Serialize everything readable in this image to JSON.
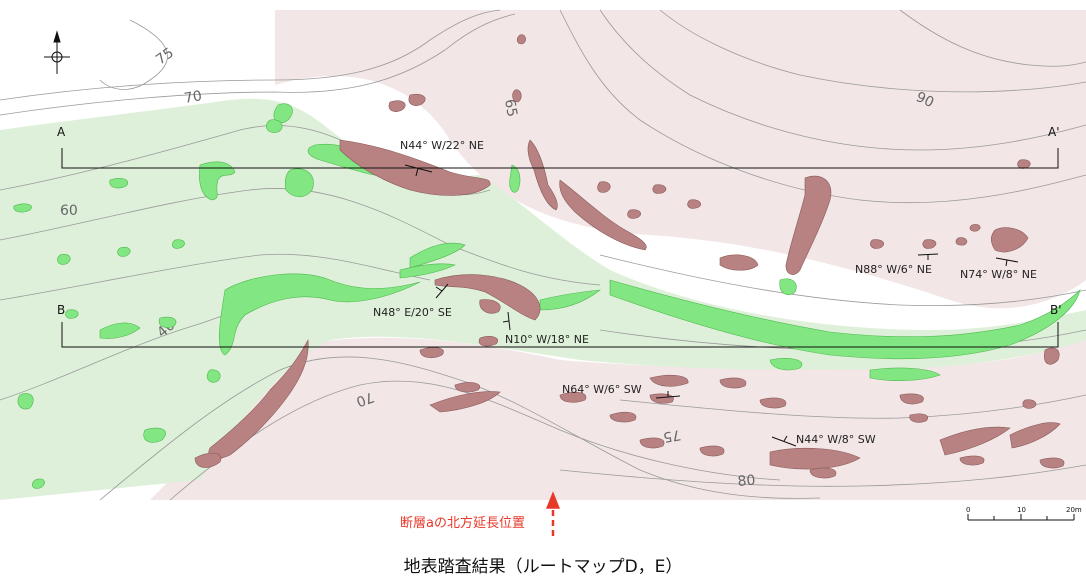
{
  "caption": "地表踏査結果（ルートマップD，E）",
  "fault_note": "断層aの北方延長位置",
  "sections": {
    "a_left": "A",
    "a_right": "A'",
    "b_left": "B",
    "b_right": "B'"
  },
  "strike_dip": [
    "N44° W/22° NE",
    "N48° E/20° SE",
    "N10° W/18° NE",
    "N88° W/6° NE",
    "N74° W/8° NE",
    "N64° W/6° SW",
    "N44° W/8° SW"
  ],
  "contours": [
    "75",
    "70",
    "65",
    "90",
    "60",
    "40",
    "70",
    "75",
    "80"
  ],
  "scale": {
    "labels": [
      "0",
      "10",
      "20m"
    ]
  },
  "colors": {
    "outcrop_green": "#82e682",
    "outcrop_brown": "#b98282",
    "fault_red": "#e83828",
    "zone_green": "#dff0da",
    "zone_pink": "#f2e6e6"
  },
  "icons": {
    "north": "north-arrow-icon"
  }
}
